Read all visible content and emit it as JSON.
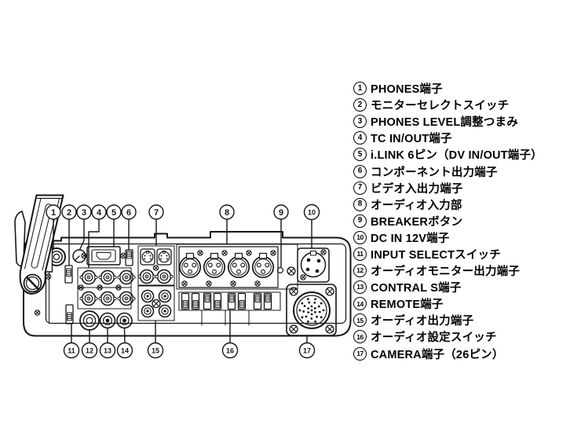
{
  "figure": {
    "callouts": [
      "1",
      "2",
      "3",
      "4",
      "5",
      "6",
      "7",
      "8",
      "9",
      "10",
      "11",
      "12",
      "13",
      "14",
      "15",
      "16",
      "17"
    ]
  },
  "legend": {
    "items": [
      {
        "num": "1",
        "label": "PHONES端子"
      },
      {
        "num": "2",
        "label": "モニターセレクトスイッチ"
      },
      {
        "num": "3",
        "label": "PHONES LEVEL調整つまみ"
      },
      {
        "num": "4",
        "label": "TC IN/OUT端子"
      },
      {
        "num": "5",
        "label": "i.LINK 6ピン（DV IN/OUT端子）"
      },
      {
        "num": "6",
        "label": "コンポーネント出力端子"
      },
      {
        "num": "7",
        "label": "ビデオ入出力端子"
      },
      {
        "num": "8",
        "label": "オーディオ入力部"
      },
      {
        "num": "9",
        "label": "BREAKERボタン"
      },
      {
        "num": "10",
        "label": "DC IN 12V端子"
      },
      {
        "num": "11",
        "label": "INPUT SELECTスイッチ"
      },
      {
        "num": "12",
        "label": "オーディオモニター出力端子"
      },
      {
        "num": "13",
        "label": "CONTRAL S端子"
      },
      {
        "num": "14",
        "label": "REMOTE端子"
      },
      {
        "num": "15",
        "label": "オーディオ出力端子"
      },
      {
        "num": "16",
        "label": "オーディオ設定スイッチ"
      },
      {
        "num": "17",
        "label": "CAMERA端子（26ピン）"
      }
    ]
  },
  "colors": {
    "line": "#151515",
    "bg": "#ffffff"
  }
}
